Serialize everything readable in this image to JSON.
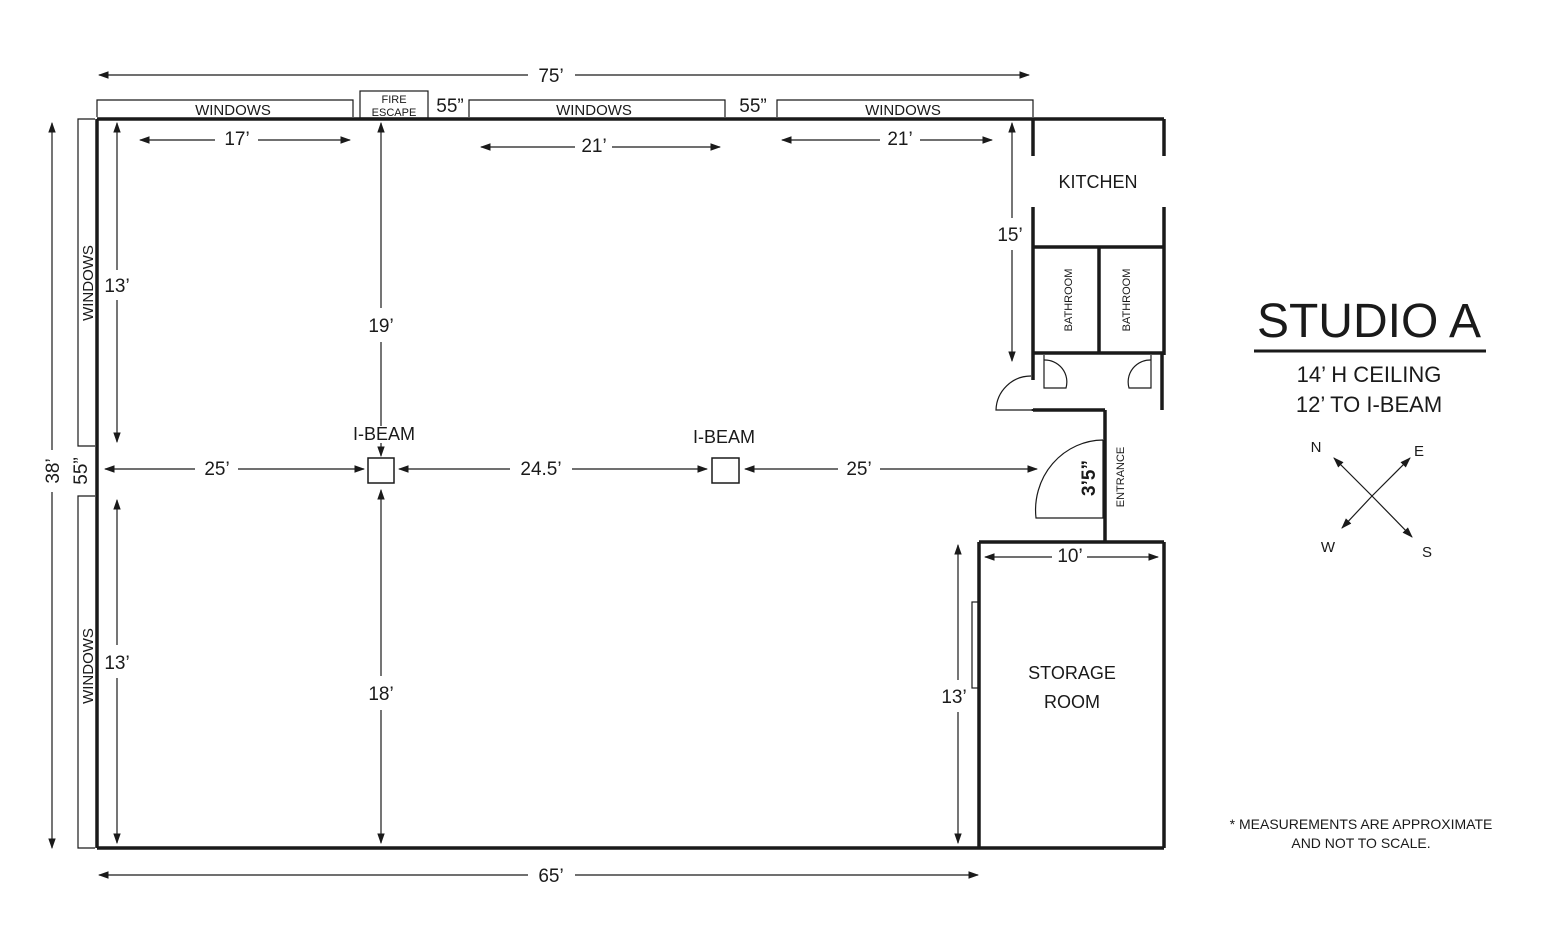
{
  "title": "STUDIO A",
  "subtitle_lines": [
    "14’ H CEILING",
    "12’ TO I-BEAM"
  ],
  "note_lines": [
    "* MEASUREMENTS ARE APPROXIMATE",
    "AND NOT TO SCALE."
  ],
  "compass": {
    "n": "N",
    "e": "E",
    "w": "W",
    "s": "S"
  },
  "rooms": {
    "kitchen": "KITCHEN",
    "bathroom_1": "BATHROOM",
    "bathroom_2": "BATHROOM",
    "storage_line1": "STORAGE",
    "storage_line2": "ROOM",
    "entrance": "ENTRANCE"
  },
  "labels": {
    "windows_top_1": "WINDOWS",
    "windows_top_2": "WINDOWS",
    "windows_top_3": "WINDOWS",
    "windows_left_1": "WINDOWS",
    "windows_left_2": "WINDOWS",
    "fire_escape_1": "FIRE",
    "fire_escape_2": "ESCAPE",
    "ibeam_1": "I-BEAM",
    "ibeam_2": "I-BEAM"
  },
  "dimensions": {
    "total_top": "75’",
    "total_bottom": "65’",
    "total_left": "38’",
    "gap_top_1": "55”",
    "gap_top_2": "55”",
    "gap_left": "55”",
    "top_17": "17’",
    "top_21a": "21’",
    "top_21b": "21’",
    "left_13a": "13’",
    "left_13b": "13’",
    "beam_up": "19’",
    "beam_down": "18’",
    "mid_25a": "25’",
    "mid_245": "24.5’",
    "mid_25b": "25’",
    "right_15": "15’",
    "storage_10": "10’",
    "storage_13": "13’",
    "door_width": "3’5”"
  }
}
